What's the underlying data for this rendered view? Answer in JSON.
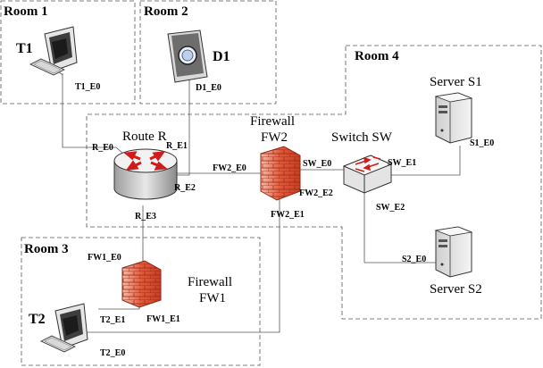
{
  "rooms": {
    "room1": "Room 1",
    "room2": "Room 2",
    "room3": "Room 3",
    "room4": "Room 4"
  },
  "devices": {
    "t1": "T1",
    "d1": "D1",
    "t2": "T2",
    "router": "Route R",
    "fw2_line1": "Firewall",
    "fw2_line2": "FW2",
    "switch": "Switch SW",
    "s1": "Server S1",
    "s2": "Server S2",
    "fw1_line1": "Firewall",
    "fw1_line2": "FW1"
  },
  "ports": {
    "t1_e0": "T1_E0",
    "d1_e0": "D1_E0",
    "r_e0": "R_E0",
    "r_e1": "R_E1",
    "r_e2": "R_E2",
    "r_e3": "R_E3",
    "fw2_e0": "FW2_E0",
    "fw2_e1": "FW2_E1",
    "fw2_e2": "FW2_E2",
    "sw_e0": "SW_E0",
    "sw_e1": "SW_E1",
    "sw_e2": "SW_E2",
    "s1_e0": "S1_E0",
    "s2_e0": "S2_E0",
    "fw1_e0": "FW1_E0",
    "fw1_e1": "FW1_E1",
    "t2_e1": "T2_E1",
    "t2_e0": "T2_E0"
  },
  "colors": {
    "firewall": "#e2583a",
    "router": "#d9d9d9",
    "arrows": "#d11a1a"
  }
}
